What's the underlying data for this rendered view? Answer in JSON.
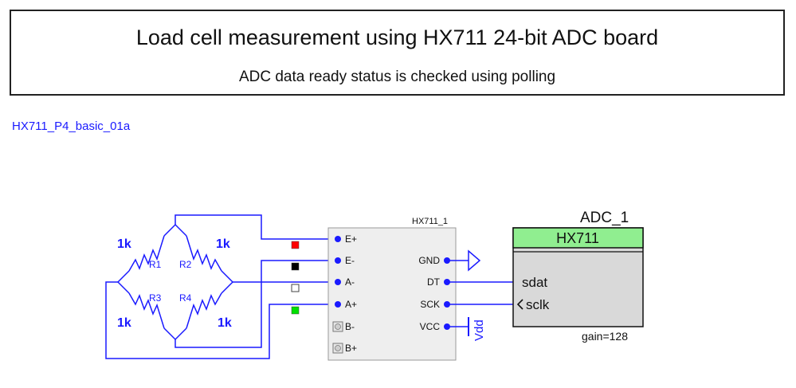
{
  "header": {
    "title": "Load cell measurement using HX711 24-bit ADC board",
    "subtitle": "ADC data ready status is checked using polling"
  },
  "design_name": "HX711_P4_basic_01a",
  "bridge": {
    "resistors": [
      {
        "ref": "R1",
        "value": "1k"
      },
      {
        "ref": "R2",
        "value": "1k"
      },
      {
        "ref": "R3",
        "value": "1k"
      },
      {
        "ref": "R4",
        "value": "1k"
      }
    ]
  },
  "hx711_board": {
    "name": "HX711_1",
    "left_pins": [
      "E+",
      "E-",
      "A-",
      "A+",
      "B-",
      "B+"
    ],
    "right_pins": [
      "GND",
      "DT",
      "SCK",
      "VCC"
    ],
    "wire_colors": [
      "#ff0000",
      "#000000",
      "#ffffff",
      "#00e000"
    ]
  },
  "power": {
    "vdd_label": "Vdd"
  },
  "adc_component": {
    "instance": "ADC_1",
    "type": "HX711",
    "pins": [
      "sdat",
      "sclk"
    ],
    "parameter": "gain=128",
    "header_color": "#90ee90",
    "body_color": "#d9d9d9"
  },
  "colors": {
    "wire": "#1a1aff",
    "text": "#111111"
  }
}
